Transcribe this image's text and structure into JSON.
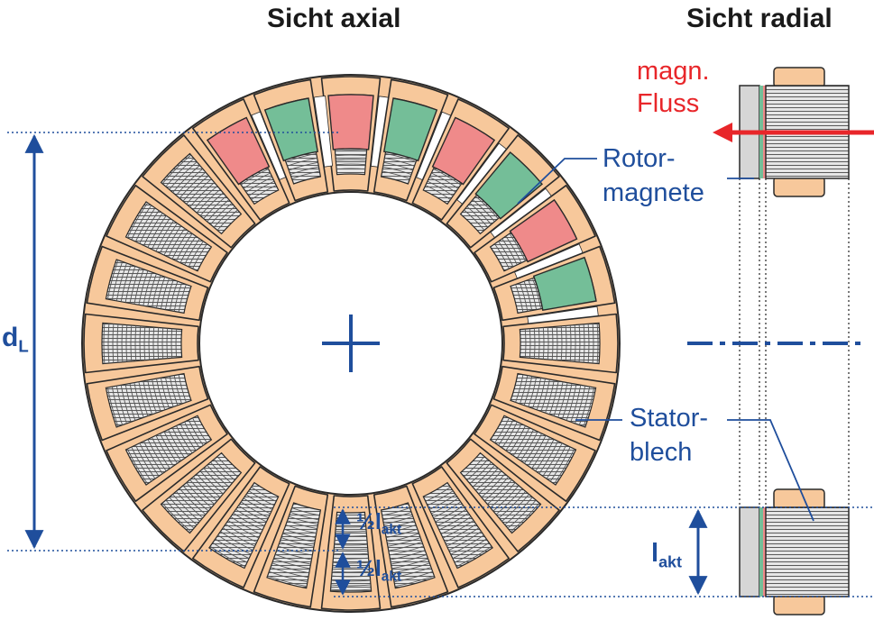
{
  "titles": {
    "axial": "Sicht axial",
    "radial": "Sicht radial"
  },
  "labels": {
    "flux_line1": "magn.",
    "flux_line2": "Fluss",
    "rotor_line1": "Rotor-",
    "rotor_line2": "magnete",
    "stator_line1": "Stator-",
    "stator_line2": "blech"
  },
  "dimensions": {
    "diameter_main": "d",
    "diameter_sub": "L",
    "half_length_main": "½l",
    "half_length_sub": "akt",
    "length_main": "l",
    "length_sub": "akt"
  },
  "colors": {
    "copper": "#f7c89b",
    "lamination": "#e3e3e3",
    "magnet_red": "#ef8a8a",
    "magnet_green": "#74be98",
    "annotation_blue": "#1f4e9c",
    "flux_red": "#e8262a",
    "outline": "#2a2a2a"
  },
  "structure": {
    "stator_segment_count": 24,
    "magnet_pole_sequence": [
      "red",
      "green",
      "red",
      "green",
      "red",
      "green",
      "red",
      "green"
    ]
  }
}
